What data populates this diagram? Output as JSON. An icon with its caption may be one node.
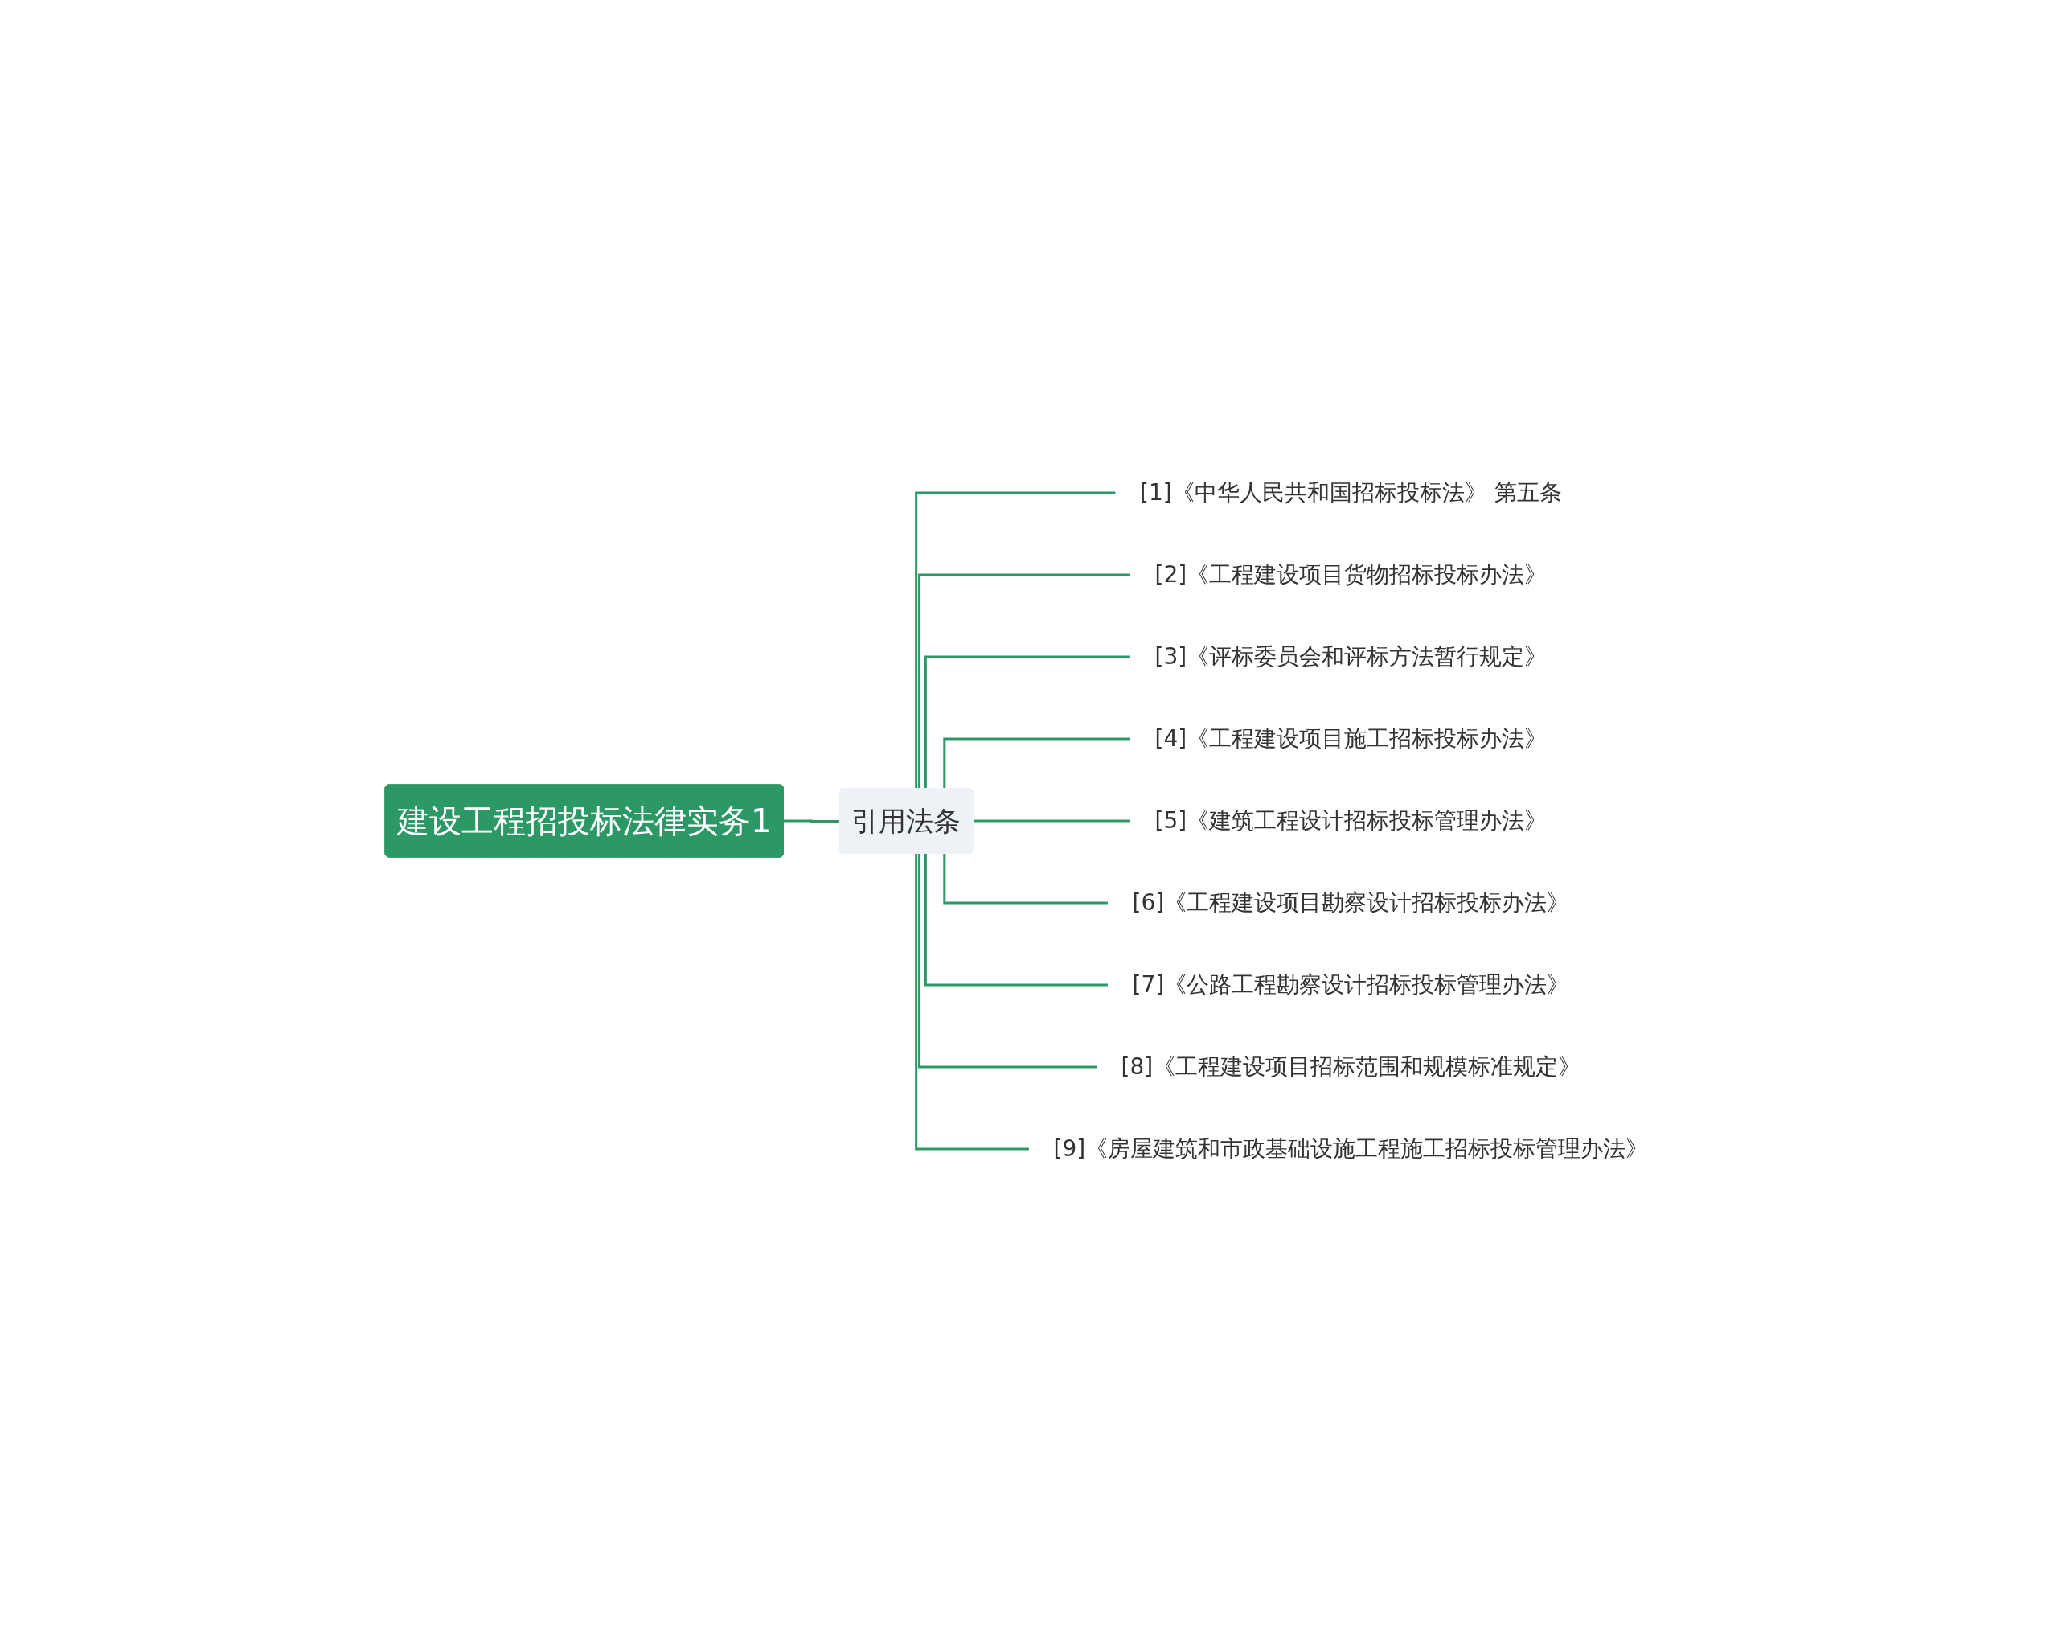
{
  "diagram": {
    "nodes": [
      {
        "text": [
          "建设工程招投标法律实务1"
        ]
      },
      {
        "text": [
          "引用法条"
        ]
      },
      {
        "text": [
          "[1]《中华人民共和国招标投标法》 第五条"
        ]
      },
      {
        "text": [
          "[2]《工程建设项目货物招标投标办法》"
        ]
      },
      {
        "text": [
          "[3]《评标委员会和评标方法暂行规定》"
        ]
      },
      {
        "text": [
          "[4]《工程建设项目施工招标投标办法》"
        ]
      },
      {
        "text": [
          "[5]《建筑工程设计招标投标管理办法》"
        ]
      },
      {
        "text": [
          "[6]《工程建设项目勘察设计招标投标办法》"
        ]
      },
      {
        "text": [
          "[7]《公路工程勘察设计招标投标管理办法》"
        ]
      },
      {
        "text": [
          "[8]《工程建设项目招标范围和规模标准规定》"
        ]
      },
      {
        "text": [
          "[9]《房屋建筑和市政基础设施工程施工招标投标管理办法》"
        ]
      }
    ],
    "edges": [
      {
        "from": 0,
        "to": 1,
        "arrow": "none"
      },
      {
        "from": 1,
        "to": 2,
        "arrow": "none"
      },
      {
        "from": 1,
        "to": 3,
        "arrow": "none"
      },
      {
        "from": 1,
        "to": 4,
        "arrow": "none"
      },
      {
        "from": 1,
        "to": 5,
        "arrow": "none"
      },
      {
        "from": 1,
        "to": 6,
        "arrow": "none"
      },
      {
        "from": 1,
        "to": 7,
        "arrow": "none"
      },
      {
        "from": 1,
        "to": 8,
        "arrow": "none"
      },
      {
        "from": 1,
        "to": 9,
        "arrow": "none"
      },
      {
        "from": 1,
        "to": 10,
        "arrow": "none"
      }
    ]
  }
}
